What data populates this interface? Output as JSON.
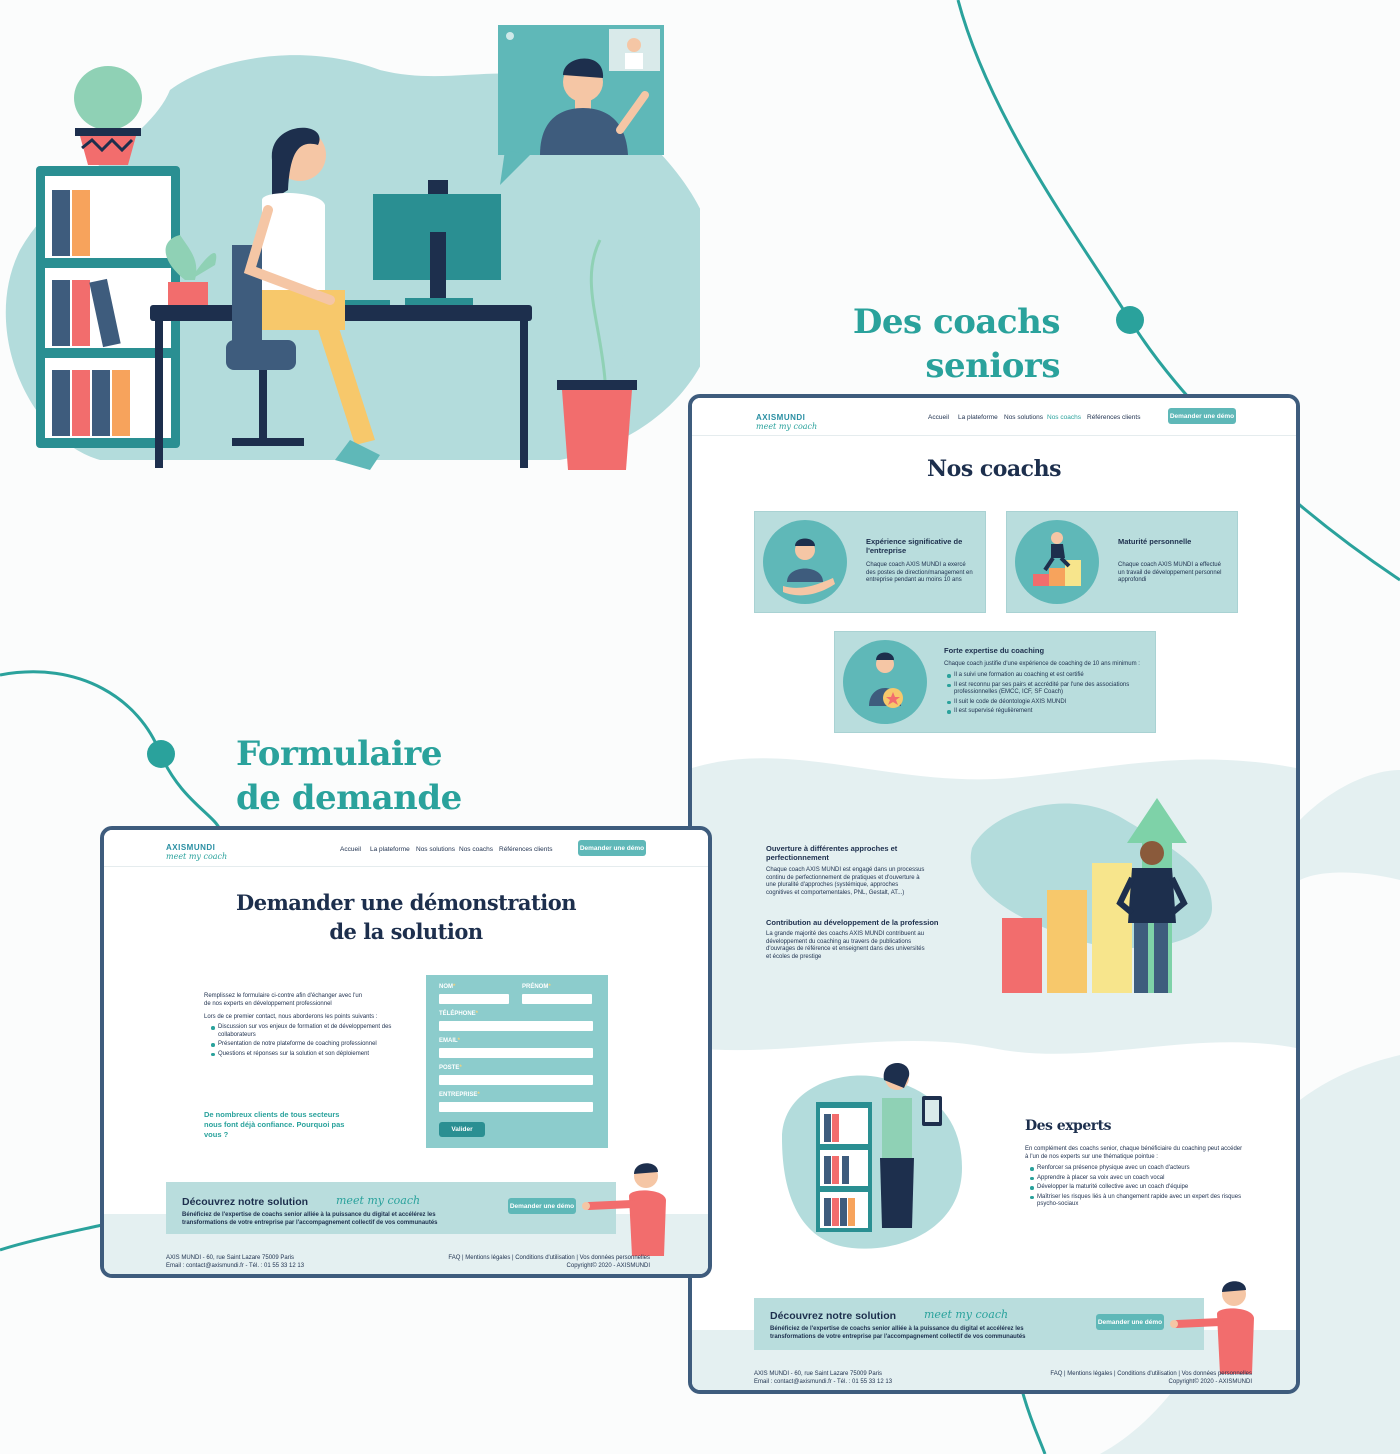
{
  "headings": {
    "coachs": [
      "Des coachs",
      "seniors"
    ],
    "formulaire": [
      "Formulaire",
      "de demande"
    ]
  },
  "nav": {
    "logo_top": "AXISMUNDI",
    "logo_bottom": "meet my coach",
    "links": [
      "Accueil",
      "La plateforme",
      "Nos solutions",
      "Nos coachs",
      "Références clients"
    ],
    "cta": "Demander une démo"
  },
  "coachs_page": {
    "title": "Nos coachs",
    "card1": {
      "title": "Expérience significative de l'entreprise",
      "text": "Chaque coach AXIS MUNDI a exercé des postes de direction/management en entreprise pendant au moins 10 ans"
    },
    "card2": {
      "title": "Maturité personnelle",
      "text": "Chaque coach AXIS MUNDI a effectué un travail de développement personnel approfondi"
    },
    "card3": {
      "title": "Forte expertise du coaching",
      "text": "Chaque coach justifie d'une expérience de coaching de 10 ans minimum :",
      "items": [
        "Il a suivi une formation au coaching et est certifié",
        "Il est reconnu par ses pairs et accrédité par l'une des associations professionnelles (EMCC, ICF, SF Coach)",
        "Il suit le code de déontologie AXIS MUNDI",
        "Il est supervisé régulièrement"
      ]
    },
    "approach": {
      "title": "Ouverture à différentes approches et perfectionnement",
      "text": "Chaque coach AXIS MUNDI est engagé dans un processus continu de perfectionnement de pratiques et d'ouverture à une pluralité d'approches (systémique, approches cognitives et comportementales, PNL, Gestalt, AT...)"
    },
    "contribution": {
      "title": "Contribution au développement de la profession",
      "text": "La grande majorité des coachs AXIS MUNDI contribuent au développement du coaching au travers de publications d'ouvrages de référence et enseignent dans des universités et écoles de prestige"
    },
    "experts": {
      "title": "Des experts",
      "text": "En complément des coachs senior, chaque bénéficiaire du coaching peut accéder à l'un de nos experts sur une thématique pointue :",
      "items": [
        "Renforcer sa présence physique avec un coach d'acteurs",
        "Apprendre à placer sa voix avec un coach vocal",
        "Développer la maturité collective avec un coach d'équipe",
        "Maîtriser les risques liés à un changement rapide avec un expert des risques psycho-sociaux"
      ]
    }
  },
  "form_page": {
    "title": [
      "Demander une démonstration",
      "de la solution"
    ],
    "intro": "Remplissez le formulaire ci-contre afin d'échanger avec l'un de nos experts en développement professionnel",
    "points_intro": "Lors de ce premier contact, nous aborderons les points suivants :",
    "points": [
      "Discussion sur vos enjeux de formation et de développement des collaborateurs",
      "Présentation de notre plateforme de coaching professionnel",
      "Questions et réponses sur la solution et son déploiement"
    ],
    "clients": "De nombreux clients de tous secteurs nous font déjà confiance. Pourquoi pas vous ?",
    "fields": {
      "nom": "NOM",
      "prenom": "PRÉNOM",
      "telephone": "TÉLÉPHONE",
      "email": "EMAIL",
      "poste": "POSTE",
      "entreprise": "ENTREPRISE"
    },
    "submit": "Valider"
  },
  "banner": {
    "title": "Découvrez notre solution",
    "brand": "meet my coach",
    "text": "Bénéficiez de l'expertise de coachs senior alliée à la puissance du digital et accélérez les transformations de votre entreprise par l'accompagnement collectif de vos communautés",
    "cta": "Demander une démo"
  },
  "footer": {
    "address": "AXIS MUNDI - 60, rue Saint Lazare 75009 Paris",
    "contact": "Email : contact@axismundi.fr - Tél. : 01 55 33 12 13",
    "links": "FAQ | Mentions légales | Conditions d'utilisation | Vos données personnelles",
    "copyright": "Copyright© 2020 - AXISMUNDI"
  },
  "colors": {
    "accent": "#2aa29c",
    "navy": "#1d2f4d",
    "frame": "#3e5c7d",
    "card": "#b9dddd"
  }
}
